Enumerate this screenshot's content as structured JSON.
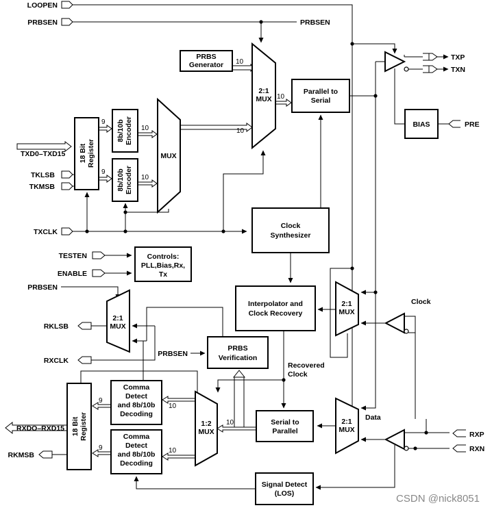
{
  "pins": {
    "loopen": "LOOPEN",
    "prbsen_top": "PRBSEN",
    "prbsen_right": "PRBSEN",
    "txd": "TXD0–TXD15",
    "tklsb": "TKLSB",
    "tkmsb": "TKMSB",
    "txclk": "TXCLK",
    "testen": "TESTEN",
    "enable": "ENABLE",
    "prbsen_mid": "PRBSEN",
    "rklsb": "RKLSB",
    "rxclk": "RXCLK",
    "prbsen_ver": "PRBSEN",
    "rxdo": "RXDO–RXD15",
    "rkmsb": "RKMSB",
    "txp": "TXP",
    "txn": "TXN",
    "pre": "PRE",
    "rxp": "RXP",
    "rxn": "RXN"
  },
  "blocks": {
    "prbs_gen": [
      "PRBS",
      "Generator"
    ],
    "reg_tx": [
      "18 Bit",
      "Register"
    ],
    "enc1": [
      "8b/10b",
      "Encoder"
    ],
    "enc2": [
      "8b/10b",
      "Encoder"
    ],
    "mux_tx": "MUX",
    "mux21_tx": [
      "2:1",
      "MUX"
    ],
    "p2s": [
      "Parallel to",
      "Serial"
    ],
    "bias": "BIAS",
    "clk_synth": [
      "Clock",
      "Synthesizer"
    ],
    "controls": [
      "Controls:",
      "PLL,Bias,Rx,",
      "Tx"
    ],
    "interp": [
      "Interpolator and",
      "Clock Recovery"
    ],
    "mux21_rx_top": [
      "2:1",
      "MUX"
    ],
    "mux21_rk": [
      "2:1",
      "MUX"
    ],
    "prbs_ver": [
      "PRBS",
      "Verification"
    ],
    "s2p": [
      "Serial to",
      "Parallel"
    ],
    "mux21_rx_bot": [
      "2:1",
      "MUX"
    ],
    "demux": [
      "1:2",
      "MUX"
    ],
    "comma1": [
      "Comma",
      "Detect",
      "and 8b/10b",
      "Decoding"
    ],
    "comma2": [
      "Comma",
      "Detect",
      "and 8b/10b",
      "Decoding"
    ],
    "reg_rx": [
      "18 Bit",
      "Register"
    ],
    "sigdet": [
      "Signal Detect",
      "(LOS)"
    ]
  },
  "labels": {
    "clock": "Clock",
    "data": "Data",
    "recovered": [
      "Recovered",
      "Clock"
    ]
  },
  "bus_widths": {
    "prbs_gen": "10",
    "mux_out": "10",
    "p2s_in": "10",
    "enc1_in": "9",
    "enc2_in": "9",
    "enc1_out": "10",
    "enc2_out": "10",
    "s2p_out": "10",
    "dec1_in": "10",
    "dec2_in": "10",
    "dec1_out": "9",
    "dec2_out": "9"
  },
  "watermark": "CSDN @nick8051"
}
